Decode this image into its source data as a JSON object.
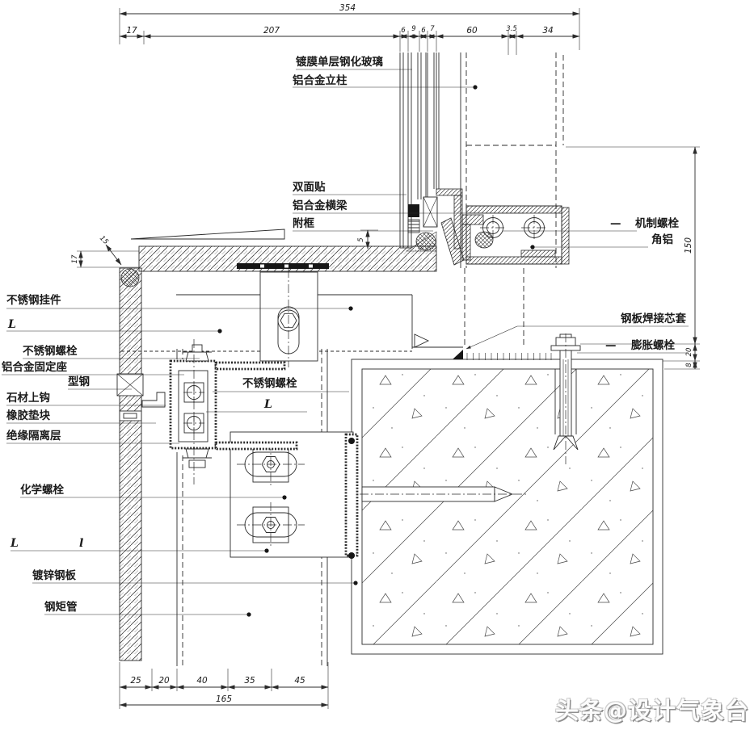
{
  "watermark": "头条@设计气象台",
  "labels": {
    "glass": "镀膜单层钢化玻璃",
    "mullion": "铝合金立柱",
    "tape": "双面贴",
    "transom": "铝合金横梁",
    "subframe": "附框",
    "dash": "—",
    "machine_bolt": "机制螺栓",
    "angle_al": "角铝",
    "steel_sleeve": "钢板焊接芯套",
    "expansion_bolt": "膨胀螺栓",
    "ss_hanger": "不锈钢挂件",
    "L1": "L",
    "ss_bolt_left": "不锈钢螺栓",
    "al_seat": "铝合金固定座",
    "section_steel": "型钢",
    "stone_hook": "石材上钩",
    "rubber_pad": "橡胶垫块",
    "insulation": "绝缘隔离层",
    "ss_bolt_mid": "不锈钢螺栓",
    "L2": "L",
    "chem_bolt": "化学螺栓",
    "L3": "L",
    "l4": "l",
    "galv_sheet": "镀锌钢板",
    "steel_tube": "钢矩管"
  },
  "dims": {
    "top_total": "354",
    "top": [
      "17",
      "207",
      "6",
      "9",
      "6",
      "7",
      "60",
      "3.5",
      "34"
    ],
    "bottom": [
      "25",
      "20",
      "40",
      "35",
      "45"
    ],
    "bottom_total": "165",
    "right": [
      "150",
      "20",
      "8"
    ],
    "small": {
      "s15": "15",
      "s17": "17",
      "s5": "5"
    }
  }
}
